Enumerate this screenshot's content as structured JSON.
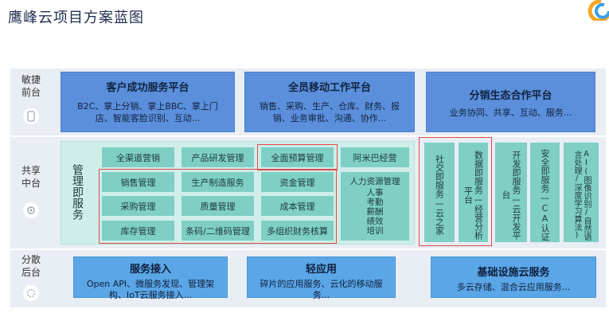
{
  "title": "鹰峰云项目方案蓝图",
  "colors": {
    "band_bg": "#e8eef3",
    "top_panel": "#5b8fdb",
    "bottom_panel": "#5aa6e6",
    "middle_container": "#cfeeea",
    "module": "#7fcfc5",
    "highlight": "#e04a4a"
  },
  "bands": {
    "top": {
      "label": "敏捷\n前台",
      "icon": "phone-icon"
    },
    "middle": {
      "label": "共享\n中台",
      "icon": "gear-icon"
    },
    "bottom": {
      "label": "分散\n后台",
      "icon": "settings-icon"
    }
  },
  "top_panels": [
    {
      "title": "客户成功服务平台",
      "desc": "B2C、掌上分销、掌上BBC、掌上门店、智能客脸识别、互动..."
    },
    {
      "title": "全员移动工作平台",
      "desc": "销售、采购、生产、仓库、财务、报销、业务审批、沟通、协作..."
    },
    {
      "title": "分销生态合作平台",
      "desc": "业务协同、共享、互动、服务..."
    }
  ],
  "mgmt_label": "管理即服务",
  "middle_modules": {
    "row1": [
      "全渠道营销",
      "产品研发管理",
      "全面预算管理",
      "阿米巴经营"
    ],
    "grid": [
      [
        "销售管理",
        "生产制造服务",
        "资金管理"
      ],
      [
        "采购管理",
        "质量管理",
        "成本管理"
      ],
      [
        "库存管理",
        "条码/二维码管理",
        "多组织财务核算"
      ]
    ],
    "hr": {
      "title": "人力资源管理",
      "items": [
        "人事",
        "考勤",
        "薪酬",
        "绩效",
        "培训"
      ]
    }
  },
  "vertical_modules": [
    "社交即服务—云之家",
    "数据即服务—经营分析平台",
    "开发即服务—云开发平台",
    "安全即服务—CA认证",
    "AI(图像识别/自然语言处理/深度学习算法)"
  ],
  "bottom_panels": [
    {
      "title": "服务接入",
      "desc": "Open API、微服务发现、管理架构、IoT云服务接入..."
    },
    {
      "title": "轻应用",
      "desc": "碎片的应用服务、云化的移动服务..."
    },
    {
      "title": "基础设施云服务",
      "desc": "多云存储、混合云应用服务..."
    }
  ]
}
